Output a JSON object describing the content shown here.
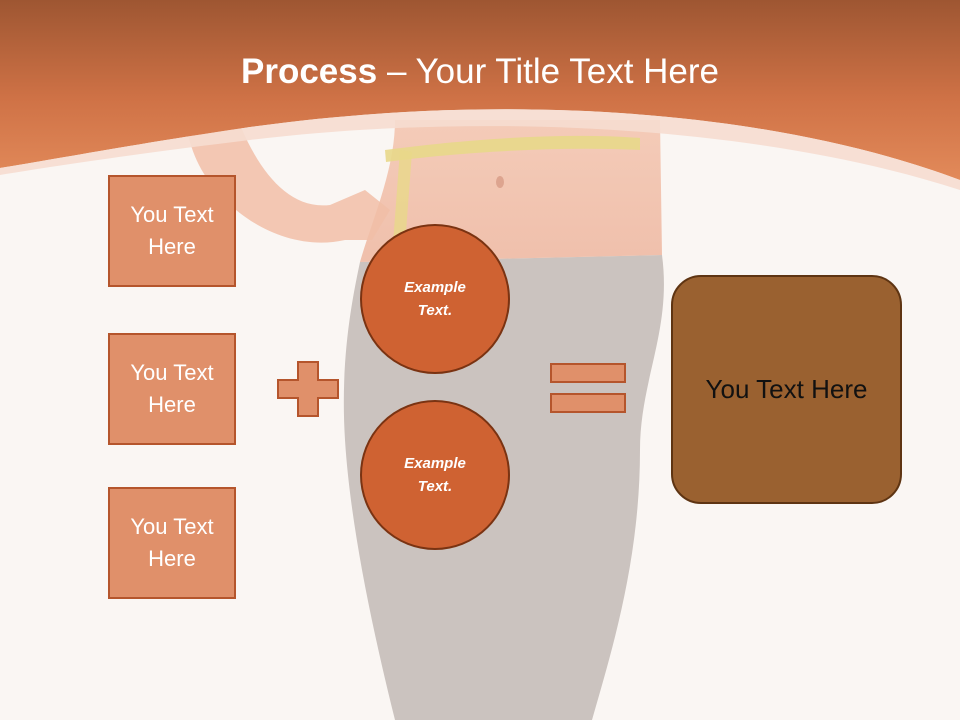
{
  "title": {
    "bold": "Process",
    "rest": " – Your Title Text Here"
  },
  "left_boxes": [
    {
      "label": "You Text Here"
    },
    {
      "label": "You Text Here"
    },
    {
      "label": "You Text Here"
    }
  ],
  "circles": [
    {
      "label": "Example Text."
    },
    {
      "label": "Example Text."
    }
  ],
  "operators": {
    "plus_icon": "plus-icon",
    "equals_icon": "equals-icon"
  },
  "result_box": {
    "label": "You Text Here"
  },
  "colors": {
    "header": "#d2774a",
    "box_fill": "#e0906a",
    "circle_fill": "#cf6232",
    "result_fill": "#9a6130",
    "background": "#faf6f3"
  }
}
